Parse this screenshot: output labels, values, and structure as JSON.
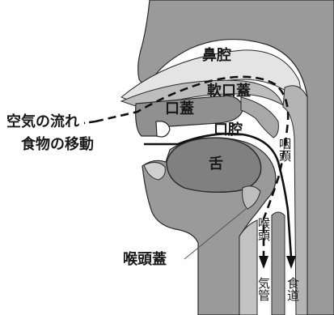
{
  "labels": {
    "nasal_cavity": "鼻腔",
    "soft_palate": "軟口蓋",
    "hard_palate": "口蓋",
    "oral_cavity": "口腔",
    "pharynx": "咽頭",
    "tongue": "舌",
    "air_flow": "空気の流れ",
    "food_movement": "食物の移動",
    "larynx": "喉頭",
    "epiglottis": "喉頭蓋",
    "trachea": "気管",
    "esophagus": "食道"
  },
  "colors": {
    "tissue_dark": "#8c8c8c",
    "tissue_light": "#d6d6d6",
    "outline": "#2a2a2a",
    "airway_fill": "#ffffff",
    "label_bg": "#cfcfcf"
  }
}
